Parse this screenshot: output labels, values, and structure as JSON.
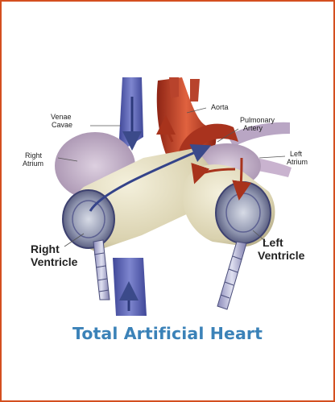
{
  "figure": {
    "caption": "Total Artificial Heart",
    "labels": {
      "venae_cavae_line1": "Venae",
      "venae_cavae_line2": "Cavae",
      "aorta": "Aorta",
      "pulmonary_line1": "Pulmonary",
      "pulmonary_line2": "Artery",
      "right_atrium_line1": "Right",
      "right_atrium_line2": "Atrium",
      "left_atrium_line1": "Left",
      "left_atrium_line2": "Atrium",
      "right_ventricle_line1": "Right",
      "right_ventricle_line2": "Ventricle",
      "left_ventricle_line1": "Left",
      "left_ventricle_line2": "Ventricle"
    },
    "colors": {
      "frame_border": "#d44f1f",
      "vein_blue": "#5b62b0",
      "aorta_red": "#c8442a",
      "device_beige": "#ddd6b8",
      "atrium_mauve": "#c6b0c8",
      "caption_blue": "#3b82b8"
    }
  }
}
